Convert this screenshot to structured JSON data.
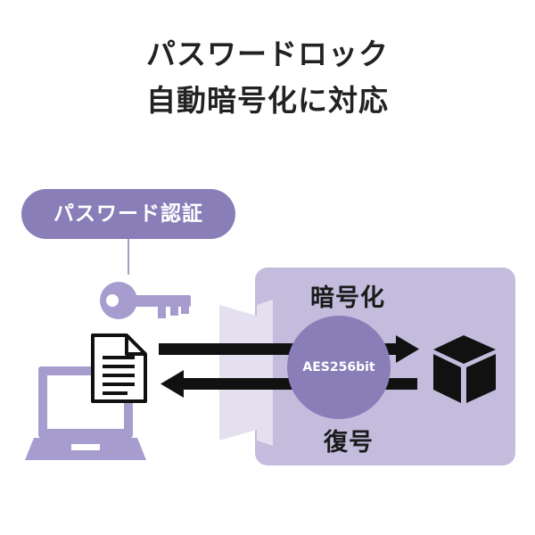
{
  "title": {
    "line1": "パスワードロック",
    "line2": "自動暗号化に対応"
  },
  "auth_label": "パスワード認証",
  "encrypt_label": "暗号化",
  "decrypt_label": "復号",
  "algorithm_label": "AES256bit",
  "icons": [
    "key-icon",
    "document-icon",
    "laptop-icon",
    "gate-icon",
    "cube-icon",
    "right-arrow-icon",
    "left-arrow-icon"
  ],
  "colors": {
    "accent": "#8a7eb8",
    "panel": "#c4bcdd",
    "light_purple": "#a79cce",
    "dark": "#1a1a1a"
  }
}
